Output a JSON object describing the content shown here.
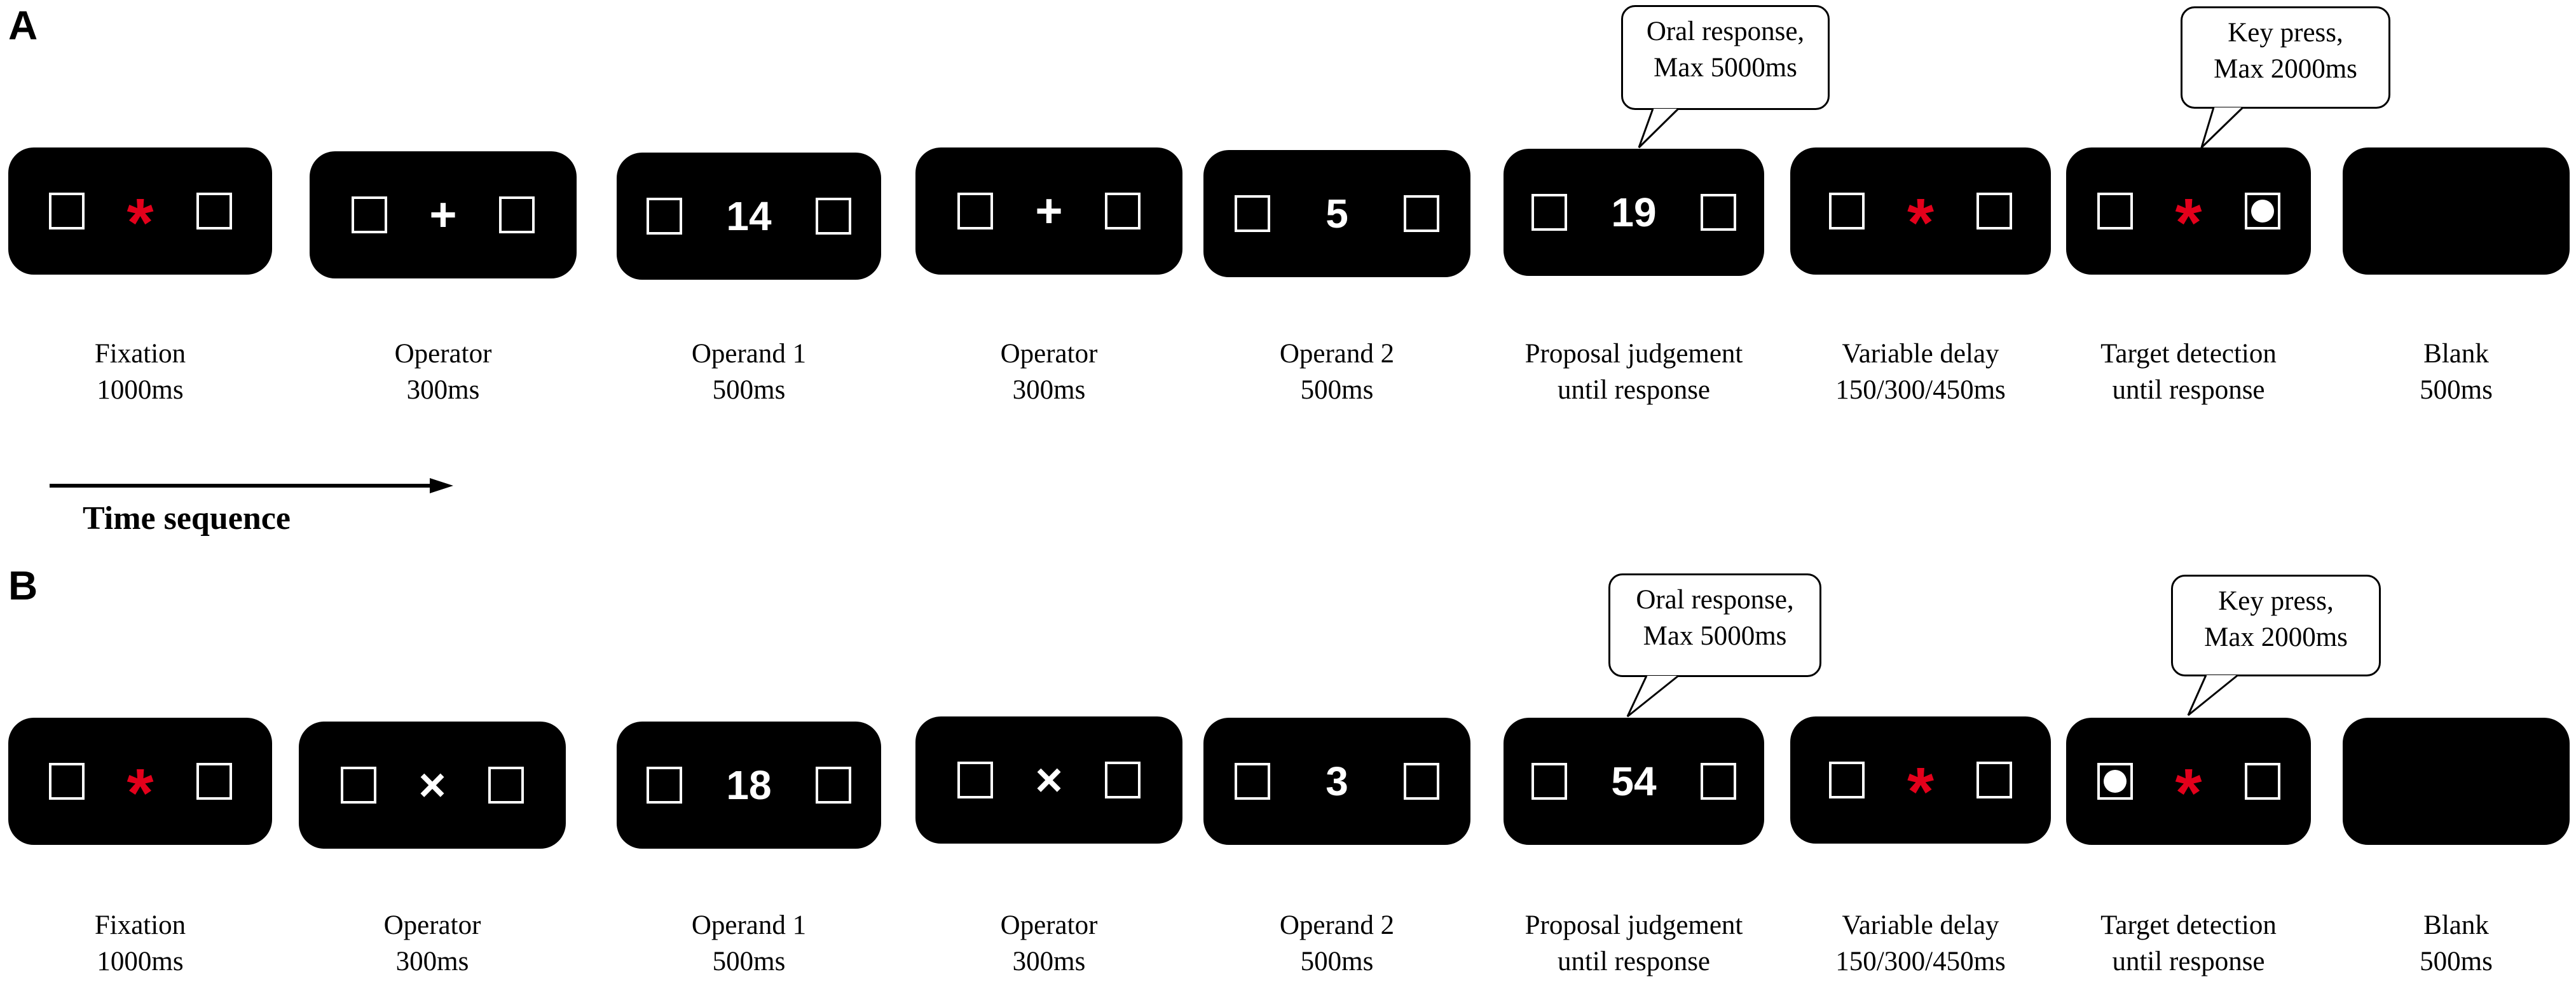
{
  "panel_a": {
    "letter": "A",
    "screens": [
      {
        "center": "*",
        "kind": "fix",
        "label_line1": "Fixation",
        "label_line2": "1000ms"
      },
      {
        "center": "+",
        "kind": "op",
        "label_line1": "Operator",
        "label_line2": "300ms"
      },
      {
        "center": "14",
        "kind": "num",
        "label_line1": "Operand 1",
        "label_line2": "500ms"
      },
      {
        "center": "+",
        "kind": "op",
        "label_line1": "Operator",
        "label_line2": "300ms"
      },
      {
        "center": "5",
        "kind": "num",
        "label_line1": "Operand 2",
        "label_line2": "500ms"
      },
      {
        "center": "19",
        "kind": "num",
        "label_line1": "Proposal judgement",
        "label_line2": "until response"
      },
      {
        "center": "*",
        "kind": "fix",
        "label_line1": "Variable delay",
        "label_line2": "150/300/450ms"
      },
      {
        "center": "*",
        "kind": "fix",
        "target_side": "right",
        "label_line1": "Target detection",
        "label_line2": "until response"
      },
      {
        "center": "",
        "kind": "blank",
        "label_line1": "Blank",
        "label_line2": "500ms"
      }
    ],
    "bubble_oral": {
      "line1": "Oral response,",
      "line2": "Max 5000ms"
    },
    "bubble_key": {
      "line1": "Key press,",
      "line2": "Max 2000ms"
    }
  },
  "time_sequence_label": "Time sequence",
  "panel_b": {
    "letter": "B",
    "screens": [
      {
        "center": "*",
        "kind": "fix",
        "label_line1": "Fixation",
        "label_line2": "1000ms"
      },
      {
        "center": "×",
        "kind": "op",
        "label_line1": "Operator",
        "label_line2": "300ms"
      },
      {
        "center": "18",
        "kind": "num",
        "label_line1": "Operand 1",
        "label_line2": "500ms"
      },
      {
        "center": "×",
        "kind": "op",
        "label_line1": "Operator",
        "label_line2": "300ms"
      },
      {
        "center": "3",
        "kind": "num",
        "label_line1": "Operand 2",
        "label_line2": "500ms"
      },
      {
        "center": "54",
        "kind": "num",
        "label_line1": "Proposal judgement",
        "label_line2": "until response"
      },
      {
        "center": "*",
        "kind": "fix",
        "label_line1": "Variable delay",
        "label_line2": "150/300/450ms"
      },
      {
        "center": "*",
        "kind": "fix",
        "target_side": "left",
        "label_line1": "Target detection",
        "label_line2": "until response"
      },
      {
        "center": "",
        "kind": "blank",
        "label_line1": "Blank",
        "label_line2": "500ms"
      }
    ],
    "bubble_oral": {
      "line1": "Oral response,",
      "line2": "Max 5000ms"
    },
    "bubble_key": {
      "line1": "Key press,",
      "line2": "Max 2000ms"
    }
  },
  "colors": {
    "screen": "#000000",
    "fixation": "#e3001b",
    "stimulus": "#ffffff"
  }
}
